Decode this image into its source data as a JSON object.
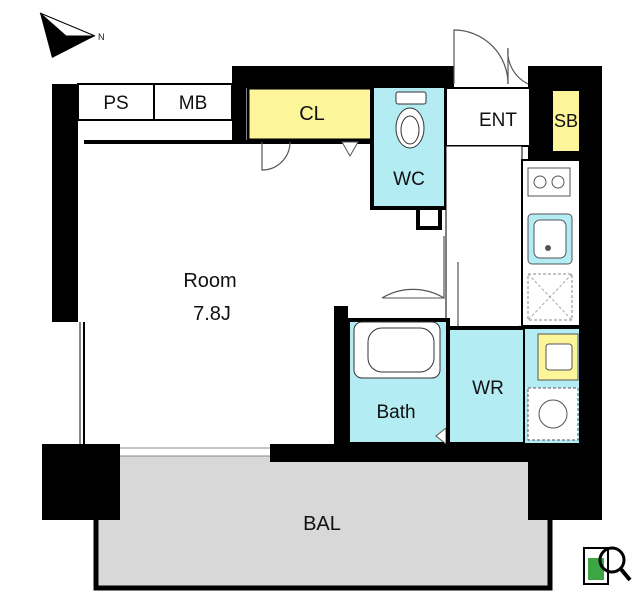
{
  "compass": {
    "label": "N",
    "icon": "north-arrow-icon"
  },
  "rooms": {
    "ps": "PS",
    "mb": "MB",
    "cl": "CL",
    "wc": "WC",
    "ent": "ENT",
    "sb": "SB",
    "room_name": "Room",
    "room_size": "7.8J",
    "bath": "Bath",
    "wr": "WR",
    "bal": "BAL"
  },
  "colors": {
    "wall": "#000000",
    "closet": "#fdf59a",
    "wet_area": "#b4ecf4",
    "balcony": "#d8d8d8",
    "floor": "#ffffff"
  },
  "icons": [
    "north-arrow-icon",
    "toilet-icon",
    "bathtub-icon",
    "stove-icon",
    "sink-icon",
    "washbasin-icon",
    "washing-machine-icon",
    "logo-icon"
  ]
}
